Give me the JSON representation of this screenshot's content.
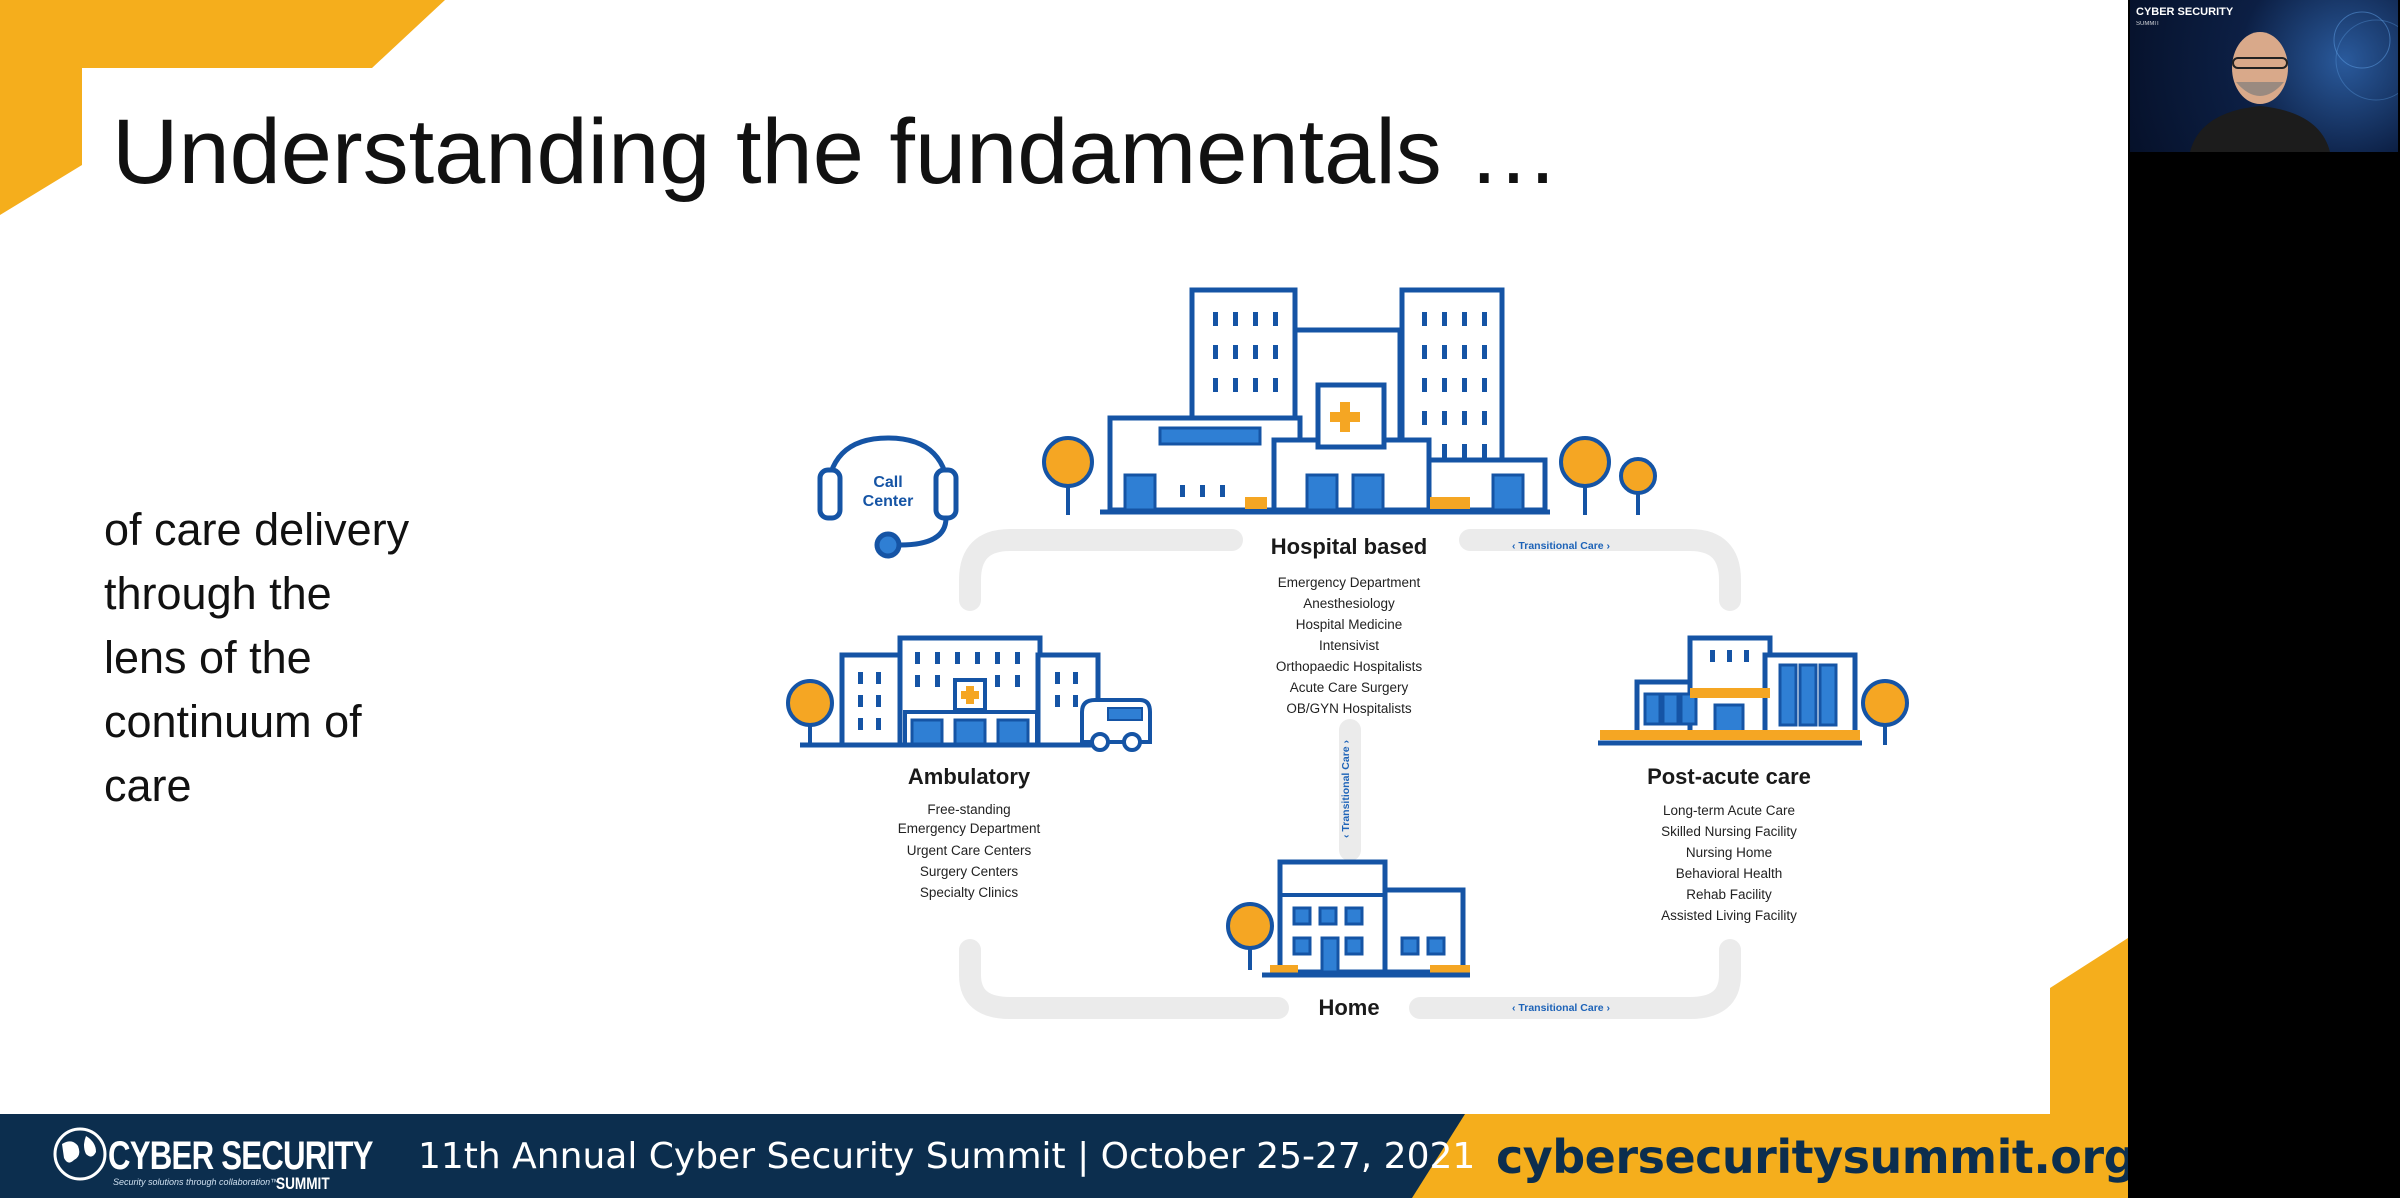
{
  "slide": {
    "title": "Understanding the fundamentals …",
    "body_lines": [
      "of care delivery",
      "through the",
      "lens of the",
      "continuum of",
      "care"
    ]
  },
  "diagram": {
    "call_center": [
      "Call",
      "Center"
    ],
    "hospital": {
      "title": "Hospital based",
      "items": [
        "Emergency Department",
        "Anesthesiology",
        "Hospital Medicine",
        "Intensivist",
        "Orthopaedic Hospitalists",
        "Acute Care Surgery",
        "OB/GYN Hospitalists"
      ]
    },
    "ambulatory": {
      "title": "Ambulatory",
      "items": [
        "Free-standing",
        "Emergency Department",
        "Urgent Care Centers",
        "Surgery Centers",
        "Specialty Clinics"
      ]
    },
    "post_acute": {
      "title": "Post-acute care",
      "items": [
        "Long-term Acute Care",
        "Skilled Nursing Facility",
        "Nursing Home",
        "Behavioral Health",
        "Rehab Facility",
        "Assisted Living Facility"
      ]
    },
    "home": {
      "title": "Home"
    },
    "transitional_care": "Transitional Care"
  },
  "footer": {
    "logo_main": "CYBER SECURITY",
    "logo_tagline": "Security solutions through collaboration™",
    "logo_summit": "SUMMIT",
    "event": "11th Annual Cyber Security Summit  |  October 25-27, 2021",
    "url": "cybersecuritysummit.org"
  },
  "webcam": {
    "logo_main": "CYBER SECURITY",
    "logo_sub": "SUMMIT"
  },
  "colors": {
    "brand_yellow": "#f5ae1c",
    "brand_navy": "#0c2e4e",
    "diagram_blue": "#1554a5",
    "diagram_light_blue": "#2f7fd4",
    "diagram_orange": "#f5a623"
  }
}
